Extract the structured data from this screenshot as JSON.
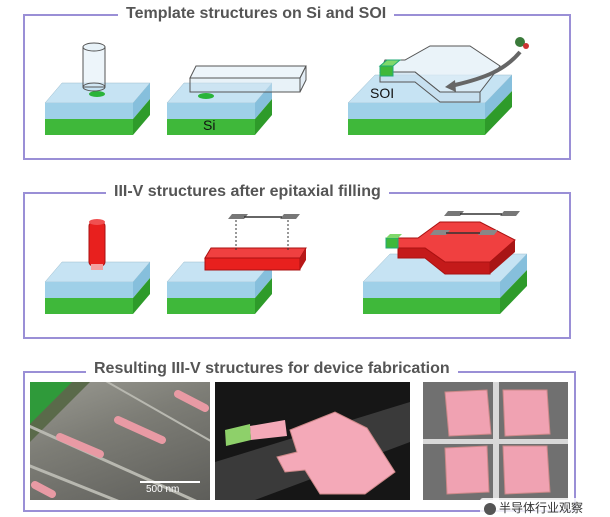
{
  "panels": {
    "top": {
      "title": "Template structures on Si and SOI",
      "labels": {
        "si": "Si",
        "soi": "SOI"
      }
    },
    "middle": {
      "title": "III-V structures after epitaxial filling"
    },
    "bottom": {
      "title": "Resulting III-V structures for device fabrication",
      "scale_bar": "500 nm"
    }
  },
  "watermark": "半导体行业观察",
  "colors": {
    "frame": "#9a8fd6",
    "substrate": "#3fb83a",
    "oxide": "#bfe0f0",
    "iii_v": "#e8201e",
    "pink": "#f4a9b8"
  }
}
